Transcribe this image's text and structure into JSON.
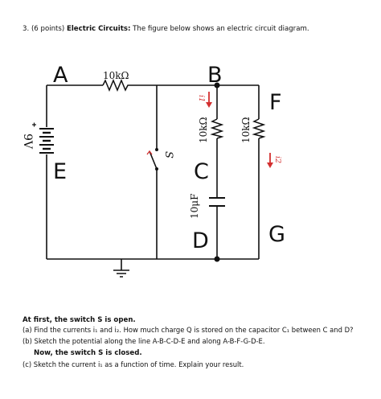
{
  "header": {
    "number": "3.",
    "points": "(6 points)",
    "topic": "Electric Circuits:",
    "text": "The figure below shows an electric circuit diagram."
  },
  "circuit": {
    "node_labels": {
      "A": "A",
      "B": "B",
      "C": "C",
      "D": "D",
      "E": "E",
      "F": "F",
      "G": "G"
    },
    "resistor_top": "10kΩ",
    "resistor_mid": "10kΩ",
    "resistor_right": "10kΩ",
    "battery": "9V",
    "switch": "S",
    "capacitor": "10μF",
    "current_1": "i1",
    "current_2": "i2",
    "colors": {
      "wire": "#111111",
      "arrow": "#d32f2f"
    }
  },
  "questions": {
    "status_open": "At first, the switch S is open.",
    "a": "(a) Find the currents i₁ and i₂. How much charge Q is stored on the capacitor C₁ between C and D?",
    "b": "(b) Sketch the potential along the line A-B-C-D-E and along A-B-F-G-D-E.",
    "status_closed": "Now, the switch S is closed.",
    "c": "(c) Sketch the current i₁ as a function of time. Explain your result."
  }
}
